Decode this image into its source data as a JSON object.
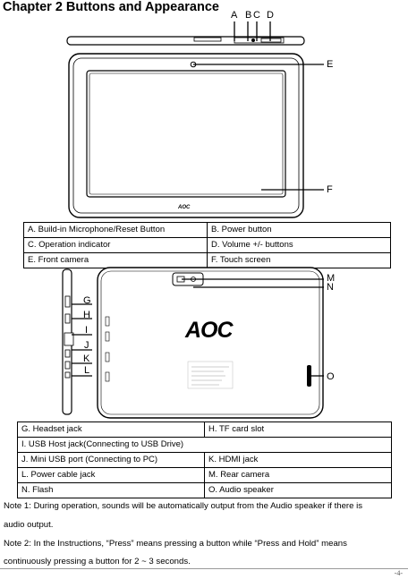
{
  "title": "Chapter 2 Buttons and Appearance",
  "callouts_top": {
    "a": "A",
    "b": "B",
    "c": "C",
    "d": "D",
    "e": "E",
    "f": "F"
  },
  "callouts_back": {
    "g": "G",
    "h": "H",
    "i": "I",
    "j": "J",
    "k": "K",
    "l": "L",
    "m": "M",
    "n": "N",
    "o": "O"
  },
  "brand_front": "AOC",
  "brand_back": "AOC",
  "table1": {
    "rows": [
      [
        "A. Build-in Microphone/Reset Button",
        "B. Power button"
      ],
      [
        "C. Operation indicator",
        "D. Volume +/- buttons"
      ],
      [
        "E. Front camera",
        "F. Touch screen"
      ]
    ]
  },
  "table2": {
    "row1": [
      "G. Headset jack",
      "H. TF card slot"
    ],
    "row2": "I. USB Host jack(Connecting to USB Drive)",
    "row3": [
      "J. Mini USB port (Connecting to PC)",
      "K. HDMI jack"
    ],
    "row4": [
      "L. Power cable jack",
      "M. Rear camera"
    ],
    "row5": [
      "N. Flash",
      "O. Audio speaker"
    ]
  },
  "notes": {
    "line1": "Note 1: During operation, sounds will be automatically output from the Audio speaker if there is",
    "line2": "audio output.",
    "line3": "Note 2: In the Instructions, “Press” means pressing a button while “Press and Hold” means",
    "line4": "continuously pressing a button for 2 ~ 3 seconds."
  },
  "page_number": "-4-"
}
